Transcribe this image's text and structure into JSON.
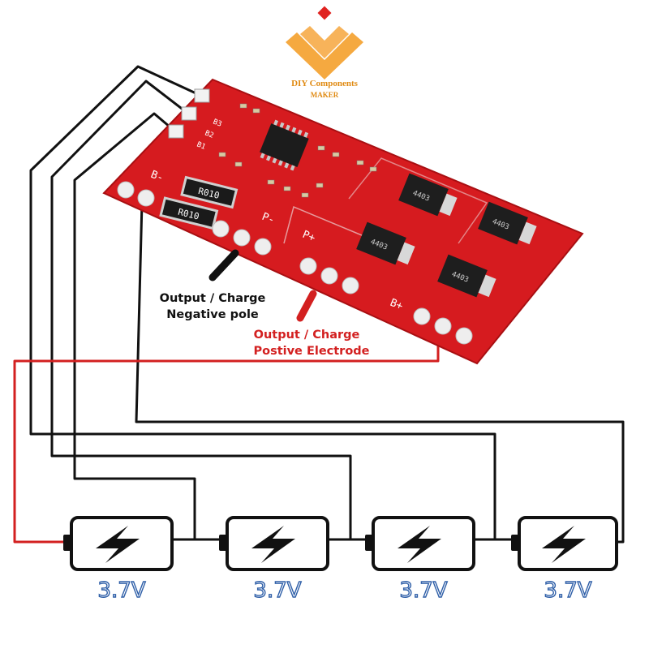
{
  "brand": {
    "name": "DIY Components",
    "tagline": "MAKER",
    "colors": {
      "orange": "#f39a1e",
      "red": "#e0221f"
    }
  },
  "board": {
    "color": "#d61b1f",
    "pads": {
      "b_minus": "B-",
      "p_minus": "P-",
      "p_plus": "P+",
      "b_plus": "B+"
    },
    "resistor_1": "R010",
    "resistor_2": "R010",
    "mosfets": [
      "4403",
      "4403",
      "4403",
      "4403"
    ],
    "silkscreen_misc": [
      "B1",
      "B2",
      "B3"
    ]
  },
  "labels": {
    "negative_line1": "Output / Charge",
    "negative_line2": "Negative pole",
    "positive_line1": "Output / Charge",
    "positive_line2": "Postive Electrode"
  },
  "batteries": [
    {
      "voltage": "3.7V",
      "icon": "lightning-icon"
    },
    {
      "voltage": "3.7V",
      "icon": "lightning-icon"
    },
    {
      "voltage": "3.7V",
      "icon": "lightning-icon"
    },
    {
      "voltage": "3.7V",
      "icon": "lightning-icon"
    }
  ],
  "wire_colors": {
    "black": "#111111",
    "red": "#d32020",
    "voltage_text": "#2f5fa8"
  }
}
